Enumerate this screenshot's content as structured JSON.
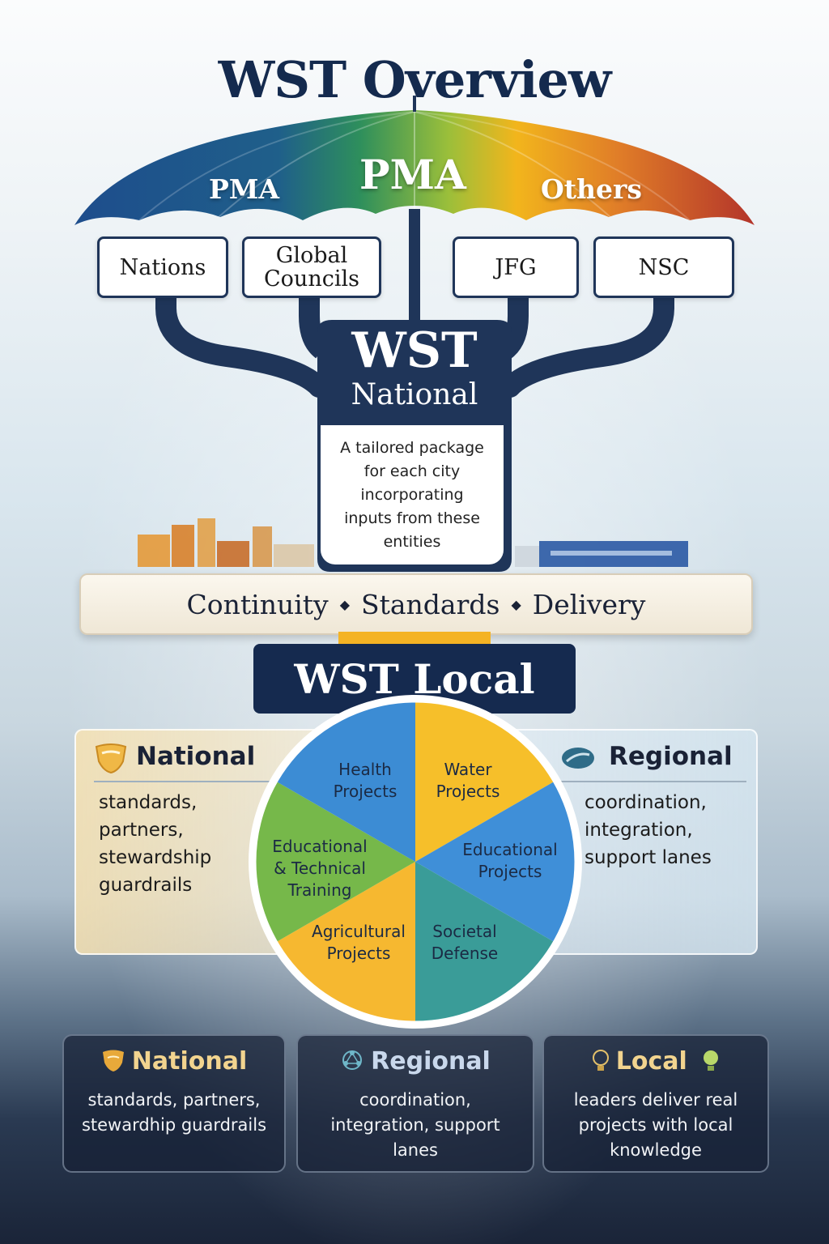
{
  "title": "WST Overview",
  "umbrella": {
    "left_label": "PMA",
    "center_label": "PMA",
    "right_label": "Others",
    "colors": [
      "#1e4d8c",
      "#2e8f5c",
      "#f2b51c",
      "#b3342a"
    ]
  },
  "entities": [
    "Nations",
    "Global Councils",
    "JFG",
    "NSC"
  ],
  "wst_national": {
    "title": "WST",
    "subtitle": "National",
    "description": "A tailored package for each city incorporating inputs from these entities"
  },
  "banner": {
    "items": [
      "Continuity",
      "Standards",
      "Delivery"
    ],
    "separator": "◆"
  },
  "wst_local": {
    "title": "WST Local"
  },
  "side_panels": {
    "national": {
      "title": "National",
      "icon": "shield-icon",
      "lines": [
        "standards,",
        "partners,",
        "stewardship",
        "guardrails"
      ]
    },
    "regional": {
      "title": "Regional",
      "icon": "leaf-icon",
      "lines": [
        "coordination,",
        "integration,",
        "support lanes"
      ]
    }
  },
  "wheel": {
    "segments": [
      {
        "label": "Health Projects",
        "color": "#f6bf2a"
      },
      {
        "label": "Water Projects",
        "color": "#3f8fd8"
      },
      {
        "label": "Educational Projects",
        "color": "#3a9c98"
      },
      {
        "label": "Societal Defense",
        "color": "#f6b830"
      },
      {
        "label": "Agricultural Projects",
        "color": "#76b84a"
      },
      {
        "label": "Educational & Technical Training",
        "color": "#3c8cd4"
      }
    ]
  },
  "bottom_cards": [
    {
      "title": "National",
      "icon": "shield-icon",
      "text": "standards, partners, stewardhip guardrails"
    },
    {
      "title": "Regional",
      "icon": "network-icon",
      "text": "coordination, integration, support lanes"
    },
    {
      "title": "Local",
      "icon": "lightbulb-icon",
      "text": "leaders deliver real projects with local knowledge"
    }
  ]
}
